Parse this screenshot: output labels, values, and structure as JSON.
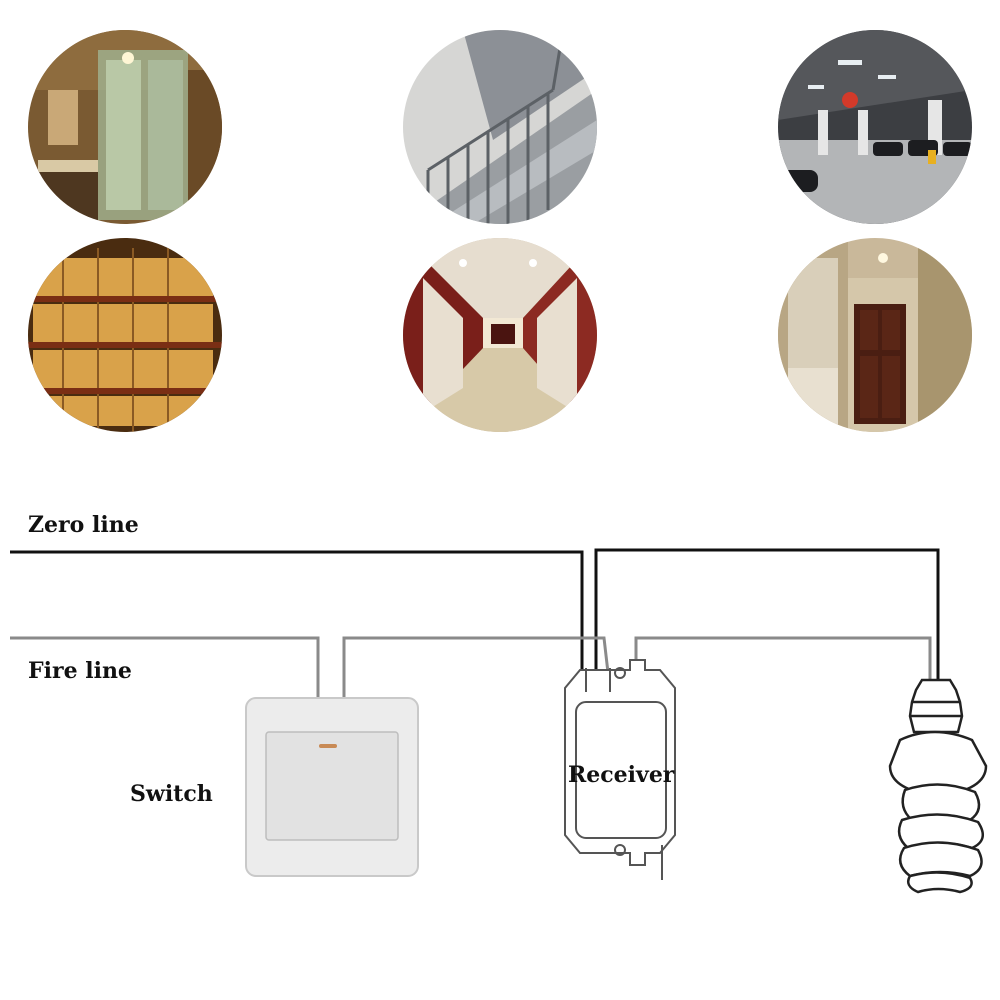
{
  "photos": [
    {
      "scene": "bathroom"
    },
    {
      "scene": "staircase"
    },
    {
      "scene": "parking-garage"
    },
    {
      "scene": "warehouse"
    },
    {
      "scene": "hotel-corridor"
    },
    {
      "scene": "hallway-door"
    }
  ],
  "diagram": {
    "zero_line_label": "Zero line",
    "fire_line_label": "Fire line",
    "switch_label": "Switch",
    "receiver_label": "Receiver"
  },
  "colors": {
    "zero_wire": "#111111",
    "fire_wire": "#8a8a8a",
    "device_stroke": "#555555",
    "switch_body": "#ededed"
  }
}
